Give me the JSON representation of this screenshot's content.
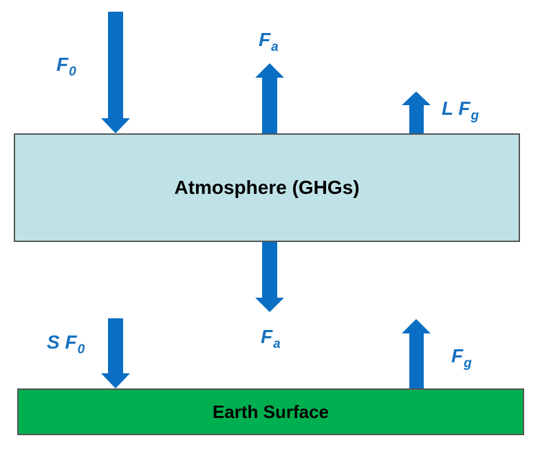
{
  "colors": {
    "arrow": "#0a6fc4",
    "label": "#1772c1",
    "atmosphere": "#bfe2e6",
    "earth": "#00b050",
    "border": "#555555"
  },
  "boxes": {
    "atmosphere": "Atmosphere (GHGs)",
    "earth": "Earth Surface"
  },
  "labels": {
    "f0": {
      "main": "F",
      "sub": "0"
    },
    "fa_top": {
      "main": "F",
      "sub": "a"
    },
    "lfg": {
      "main": "L F",
      "sub": "g"
    },
    "fa_bottom": {
      "main": "F",
      "sub": "a"
    },
    "sf0": {
      "main": "S F",
      "sub": "0"
    },
    "fg": {
      "main": "F",
      "sub": "g"
    }
  },
  "arrows": [
    {
      "id": "f0-arrow",
      "direction": "down"
    },
    {
      "id": "fa-up-arrow",
      "direction": "up"
    },
    {
      "id": "lfg-arrow",
      "direction": "up"
    },
    {
      "id": "fa-down-arrow",
      "direction": "down"
    },
    {
      "id": "sf0-arrow",
      "direction": "down"
    },
    {
      "id": "fg-arrow",
      "direction": "up"
    }
  ]
}
